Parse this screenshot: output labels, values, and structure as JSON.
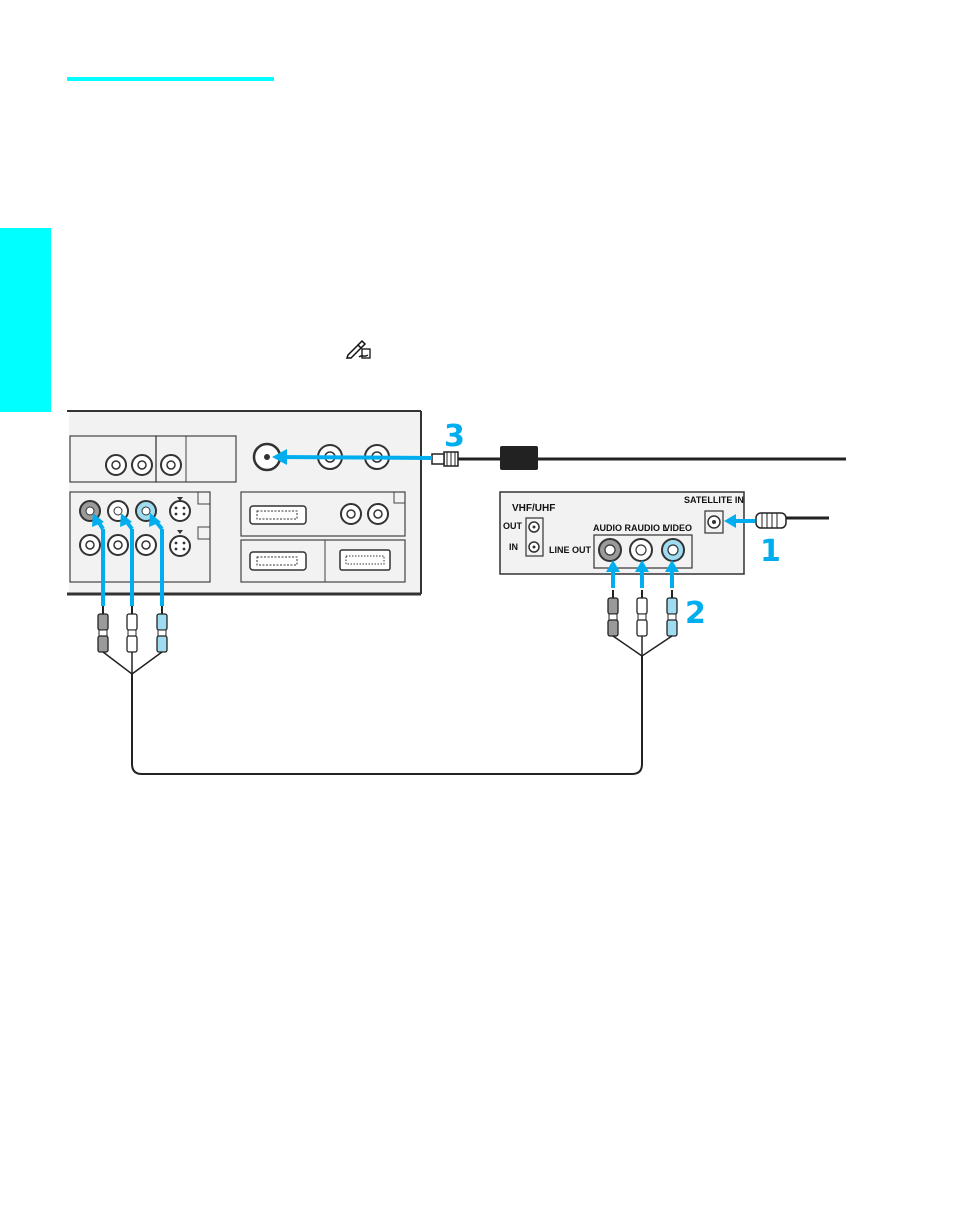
{
  "colors": {
    "accent": "#00FFFF",
    "cable": "#00AEEF",
    "panel": "#F2F2F2",
    "outline": "#333333"
  },
  "icons": {
    "note": "pencil-note-icon",
    "arrow": "arrow-icon"
  },
  "receiver": {
    "vhf_uhf_label": "VHF/UHF",
    "out_label": "OUT",
    "in_label": "IN",
    "satellite_in_label": "SATELLITE IN",
    "line_out_label": "LINE OUT",
    "audio_r_label": "AUDIO R",
    "audio_l_label": "AUDIO L",
    "video_label": "VIDEO"
  },
  "steps": {
    "step1": "1",
    "step2": "2",
    "step3": "3"
  }
}
